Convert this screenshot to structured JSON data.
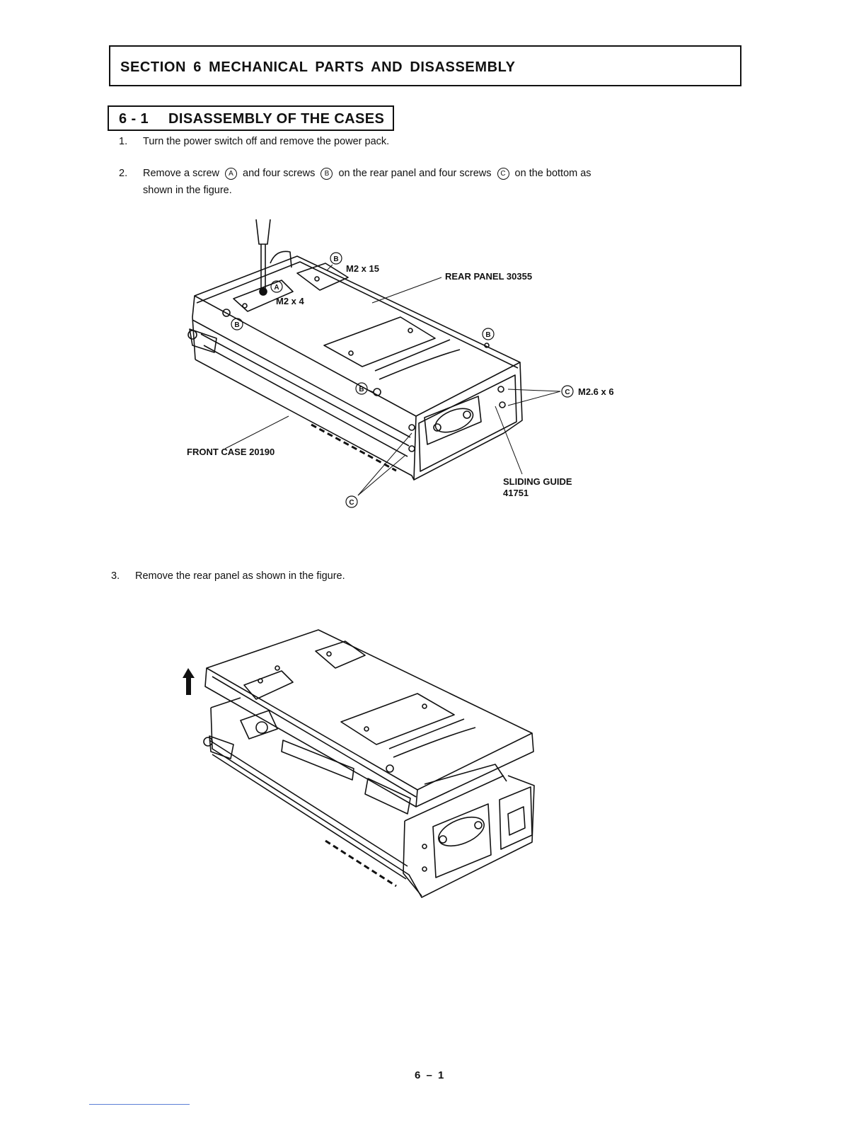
{
  "header": {
    "section_title": "SECTION 6 MECHANICAL PARTS AND DISASSEMBLY"
  },
  "subsection": {
    "number": "6 - 1",
    "title": "DISASSEMBLY OF THE CASES"
  },
  "steps": [
    {
      "num": "1.",
      "text": "Turn the power switch off and remove the power pack."
    },
    {
      "num": "2.",
      "parts": [
        "Remove a screw",
        "and four screws",
        "on the rear panel and four screws",
        "on the bottom as"
      ],
      "markers": [
        "A",
        "B",
        "C"
      ],
      "line2": "shown in the figure."
    },
    {
      "num": "3.",
      "text": "Remove the rear panel as shown in the figure."
    }
  ],
  "figure1": {
    "labels": {
      "b_top": "B",
      "b_top_size": "M2 x 15",
      "a": "A",
      "a_size": "M2 x 4",
      "b_left": "B",
      "b_right": "B",
      "b_front": "B",
      "rear_panel": "REAR PANEL 30355",
      "c_right": "C",
      "c_right_size": "M2.6 x 6",
      "front_case": "FRONT CASE 20190",
      "sliding_guide_1": "SLIDING GUIDE",
      "sliding_guide_2": "41751",
      "c_bottom": "C"
    }
  },
  "figure2": {
    "arrow": "up-arrow"
  },
  "footer": {
    "page_number": "6 – 1"
  }
}
